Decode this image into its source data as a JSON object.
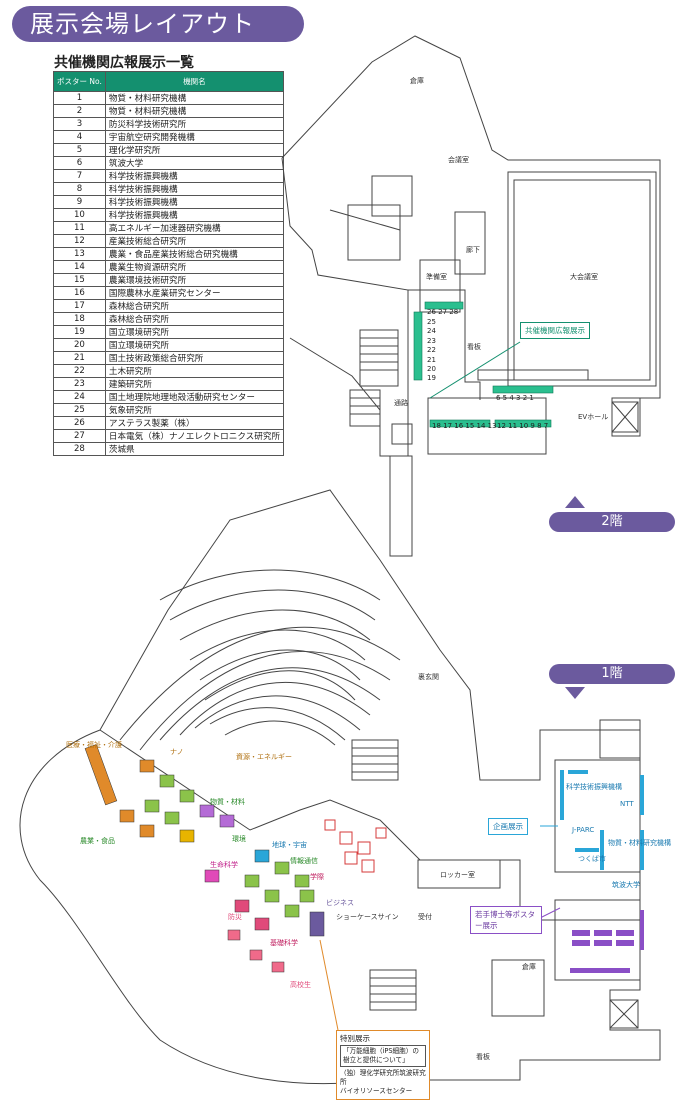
{
  "header": {
    "title": "展示会場レイアウト"
  },
  "table": {
    "title": "共催機関広報展示一覧",
    "col_no": "ポスター No.",
    "col_name": "機関名",
    "rows": [
      {
        "no": "1",
        "name": "物質・材料研究機構"
      },
      {
        "no": "2",
        "name": "物質・材料研究機構"
      },
      {
        "no": "3",
        "name": "防災科学技術研究所"
      },
      {
        "no": "4",
        "name": "宇宙航空研究開発機構"
      },
      {
        "no": "5",
        "name": "理化学研究所"
      },
      {
        "no": "6",
        "name": "筑波大学"
      },
      {
        "no": "7",
        "name": "科学技術振興機構"
      },
      {
        "no": "8",
        "name": "科学技術振興機構"
      },
      {
        "no": "9",
        "name": "科学技術振興機構"
      },
      {
        "no": "10",
        "name": "科学技術振興機構"
      },
      {
        "no": "11",
        "name": "高エネルギー加速器研究機構"
      },
      {
        "no": "12",
        "name": "産業技術総合研究所"
      },
      {
        "no": "13",
        "name": "農業・食品産業技術総合研究機構"
      },
      {
        "no": "14",
        "name": "農業生物資源研究所"
      },
      {
        "no": "15",
        "name": "農業環境技術研究所"
      },
      {
        "no": "16",
        "name": "国際農林水産業研究センター"
      },
      {
        "no": "17",
        "name": "森林総合研究所"
      },
      {
        "no": "18",
        "name": "森林総合研究所"
      },
      {
        "no": "19",
        "name": "国立環境研究所"
      },
      {
        "no": "20",
        "name": "国立環境研究所"
      },
      {
        "no": "21",
        "name": "国土技術政策総合研究所"
      },
      {
        "no": "22",
        "name": "土木研究所"
      },
      {
        "no": "23",
        "name": "建築研究所"
      },
      {
        "no": "24",
        "name": "国土地理院地理地殻活動研究センター"
      },
      {
        "no": "25",
        "name": "気象研究所"
      },
      {
        "no": "26",
        "name": "アステラス製薬（株）"
      },
      {
        "no": "27",
        "name": "日本電気（株）ナノエレクトロニクス研究所"
      },
      {
        "no": "28",
        "name": "茨城県"
      }
    ]
  },
  "floors": {
    "second": "2階",
    "first": "1階"
  },
  "floor2": {
    "kyosai_label": "共催機関広報展示",
    "soko": "倉庫",
    "kaigishitsu": "会議室",
    "hall": "大会議室",
    "rouka": "廊下",
    "junbi": "準備室",
    "kanban": "看板",
    "ev": "EVホール",
    "tsuro": "通路",
    "top_nums": "26 27 28",
    "left_nums": [
      "25",
      "24",
      "23",
      "22",
      "21",
      "20",
      "19"
    ],
    "right_nums": "6 5 4 3 2 1",
    "bottom_left": "18 17 16 15 14 13",
    "bottom_right": "12 11 10 9 8 7"
  },
  "floor1": {
    "labels": {
      "iryo": "医療・福祉・介護",
      "nano": "ナノ",
      "shigen": "資源・エネルギー",
      "busshitsu": "物質・材料",
      "kankyo": "環境",
      "nogyo": "農業・食品",
      "seimei": "生命科学",
      "chikyu": "地球・宇宙",
      "joho": "情報通信",
      "gakkai": "学際",
      "business": "ビジネス",
      "showcase": "ショーケースサイン",
      "uketsuke": "受付",
      "bosai": "防災",
      "kiso": "基礎科学",
      "kokosei": "高校生",
      "locker": "ロッカー室",
      "kikaku": "企画展示",
      "jparc": "J-PARC",
      "ntt": "NTT",
      "jst": "科学技術振興機構",
      "nims": "物質・材料研究機構",
      "tsukuba_city": "つくば市",
      "tsukuba_univ": "筑波大学",
      "wakate": "若手博士等ポスター展示",
      "soko": "倉庫",
      "kanban": "看板",
      "ura_genkan": "裏玄関"
    },
    "special": {
      "title": "特別展示",
      "line1": "「万能細胞（iPS細胞）の",
      "line2": "樹立と提供について」",
      "line3": "（独）理化学研究所筑波研究所",
      "line4": "バイオリソースセンター"
    }
  },
  "colors": {
    "purple": "#6b5a9e",
    "green": "#14906f",
    "cyan": "#2aa6d8",
    "orange": "#e08a2a",
    "pink": "#e04a7a"
  }
}
